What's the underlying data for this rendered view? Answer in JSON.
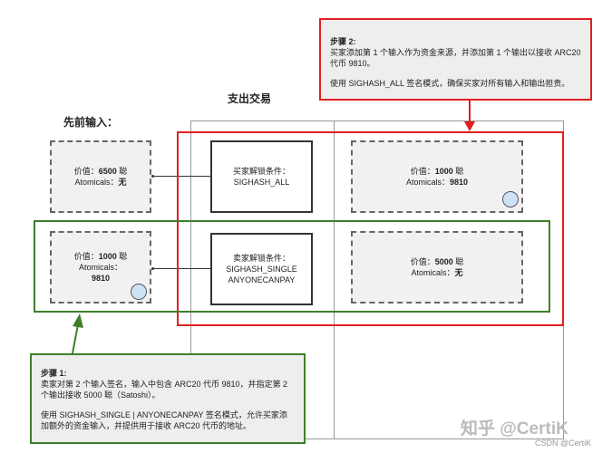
{
  "step2": {
    "title": "步骤 2:",
    "line1": "买家添加第 1 个输入作为资金来源，并添加第 1 个输出以接收 ARC20 代币 9810。",
    "line2": "使用 SIGHASH_ALL 签名模式，确保买家对所有输入和输出担责。"
  },
  "step1": {
    "title": "步骤 1:",
    "line1": "卖家对第 2 个输入签名，输入中包含 ARC20 代币 9810，并指定第 2 个输出接收 5000 聪（Satoshi）。",
    "line2": "使用 SIGHASH_SINGLE | ANYONECANPAY 签名模式，允许买家添加额外的资金输入，并提供用于接收 ARC20 代币的地址。"
  },
  "spend_title": "支出交易",
  "prev_title": "先前输入：",
  "inputs": [
    {
      "value_label": "价值：",
      "value": "6500",
      "unit": "聪",
      "atom_label": "Atomicals：",
      "atom": "无"
    },
    {
      "value_label": "价值：",
      "value": "1000",
      "unit": "聪",
      "atom_label": "Atomicals：",
      "atom": "9810"
    }
  ],
  "unlocks": [
    {
      "title": "买家解锁条件：",
      "l1": "SIGHASH_ALL",
      "l2": ""
    },
    {
      "title": "卖家解锁条件：",
      "l1": "SIGHASH_SINGLE",
      "l2": "ANYONECANPAY"
    }
  ],
  "outputs": [
    {
      "value_label": "价值：",
      "value": "1000",
      "unit": "聪",
      "atom_label": "Atomicals：",
      "atom": "9810"
    },
    {
      "value_label": "价值：",
      "value": "5000",
      "unit": "聪",
      "atom_label": "Atomicals：",
      "atom": "无"
    }
  ],
  "watermark": "知乎 @CertiK",
  "csdn": "CSDN @CertiK",
  "colors": {
    "red": "#e02020",
    "green": "#3f7f2a"
  }
}
